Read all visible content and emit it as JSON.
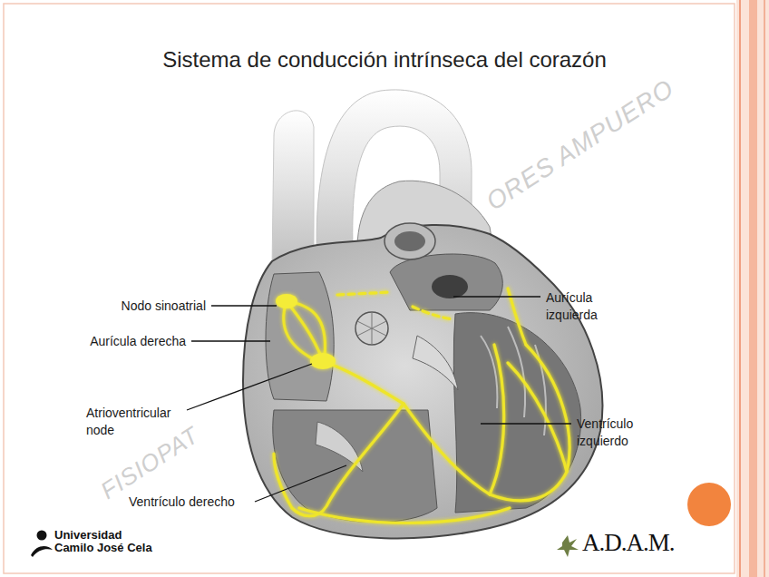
{
  "diagram": {
    "title": "Sistema de conducción intrínseca del corazón",
    "labels": [
      "Nodo sinoatrial",
      "Aurícula derecha",
      "Atrioventricular node",
      "Ventrículo derecho",
      "Aurícula izquierda",
      "Ventrículo izquierdo",
      "FISIOPAT",
      "ORES AMPUERO",
      "Universidad Camilo José Cela",
      "A.D.A.M."
    ]
  }
}
